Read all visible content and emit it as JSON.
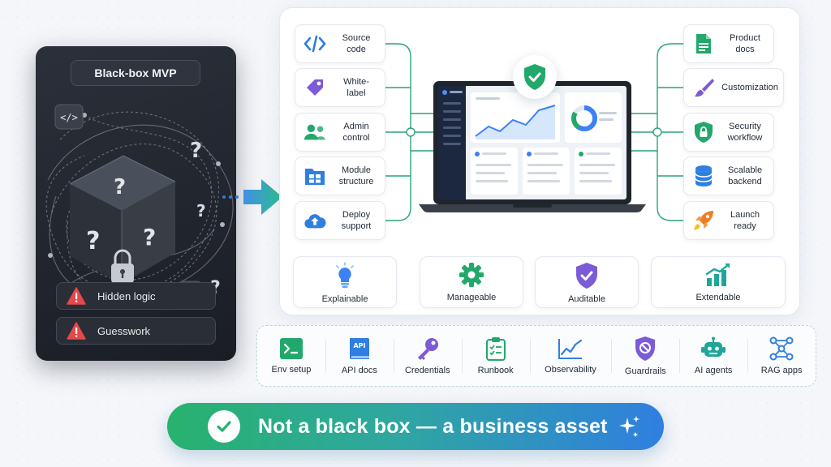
{
  "left_panel": {
    "title": "Black-box MVP",
    "items": [
      {
        "label": "Hidden logic"
      },
      {
        "label": "Guesswork"
      }
    ]
  },
  "features_left": [
    {
      "label": "Source\ncode",
      "icon": "code-icon"
    },
    {
      "label": "White-\nlabel",
      "icon": "tag-icon"
    },
    {
      "label": "Admin\ncontrol",
      "icon": "users-icon"
    },
    {
      "label": "Module\nstructure",
      "icon": "modules-icon"
    },
    {
      "label": "Deploy\nsupport",
      "icon": "cloud-upload-icon"
    }
  ],
  "features_right": [
    {
      "label": "Product\ndocs",
      "icon": "document-icon"
    },
    {
      "label": "Customization",
      "icon": "brush-icon"
    },
    {
      "label": "Security\nworkflow",
      "icon": "shield-lock-icon"
    },
    {
      "label": "Scalable\nbackend",
      "icon": "database-icon"
    },
    {
      "label": "Launch\nready",
      "icon": "rocket-icon"
    }
  ],
  "pillars": [
    {
      "label": "Explainable",
      "icon": "lightbulb-icon"
    },
    {
      "label": "Manageable",
      "icon": "gear-icon"
    },
    {
      "label": "Auditable",
      "icon": "shield-check-icon"
    },
    {
      "label": "Extendable",
      "icon": "growth-chart-icon"
    }
  ],
  "tools": [
    {
      "label": "Env setup",
      "icon": "terminal-icon"
    },
    {
      "label": "API docs",
      "icon": "api-docs-icon",
      "badge": "API"
    },
    {
      "label": "Credentials",
      "icon": "key-icon"
    },
    {
      "label": "Runbook",
      "icon": "clipboard-checklist-icon"
    },
    {
      "label": "Observability",
      "icon": "line-chart-icon"
    },
    {
      "label": "Guardrails",
      "icon": "shield-block-icon"
    },
    {
      "label": "AI agents",
      "icon": "robot-icon"
    },
    {
      "label": "RAG apps",
      "icon": "network-icon"
    }
  ],
  "banner": {
    "text": "Not a black box — a business asset"
  },
  "colors": {
    "green": "#22a86b",
    "blue": "#2f7fe0",
    "purple": "#7b5bd6",
    "orange": "#f07c22",
    "teal": "#1fa69a",
    "dark_panel": "#1f232b",
    "warning_red": "#e5484d"
  }
}
